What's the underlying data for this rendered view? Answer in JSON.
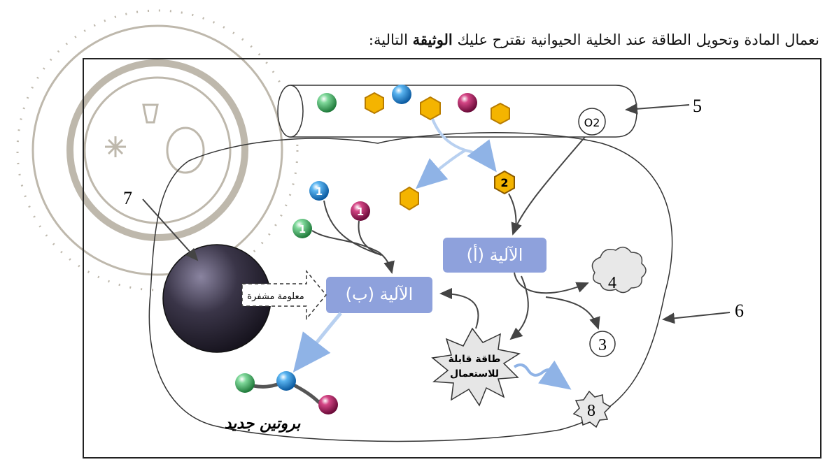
{
  "header": {
    "text_before": "نعمال المادة وتحويل الطاقة عند الخلية الحيوانية نقترح عليك ",
    "bold": "الوثيقة",
    "text_after": " التالية:"
  },
  "diagram": {
    "mechanism_a": "الآلية (أ)",
    "mechanism_b": "الآلية (ب)",
    "encoded_info": "معلومة مشفرة",
    "usable_energy_line1": "طاقة قابلة",
    "usable_energy_line2": "للاستعمال",
    "new_protein": "بروتين جديد",
    "oxygen": "O2",
    "numbers": {
      "n1": "1",
      "n2": "2",
      "n3": "3",
      "n4": "4",
      "n5": "5",
      "n6": "6",
      "n7": "7",
      "n8": "8"
    }
  },
  "colors": {
    "mechanism_box": "#8ea1dc",
    "amino_green": "#3fae5a",
    "amino_blue": "#1e88d6",
    "amino_purple": "#a0155a",
    "glucose": "#f4b400",
    "nucleus": "#2e2a3a",
    "arrow_blue": "#b8d0f0"
  }
}
